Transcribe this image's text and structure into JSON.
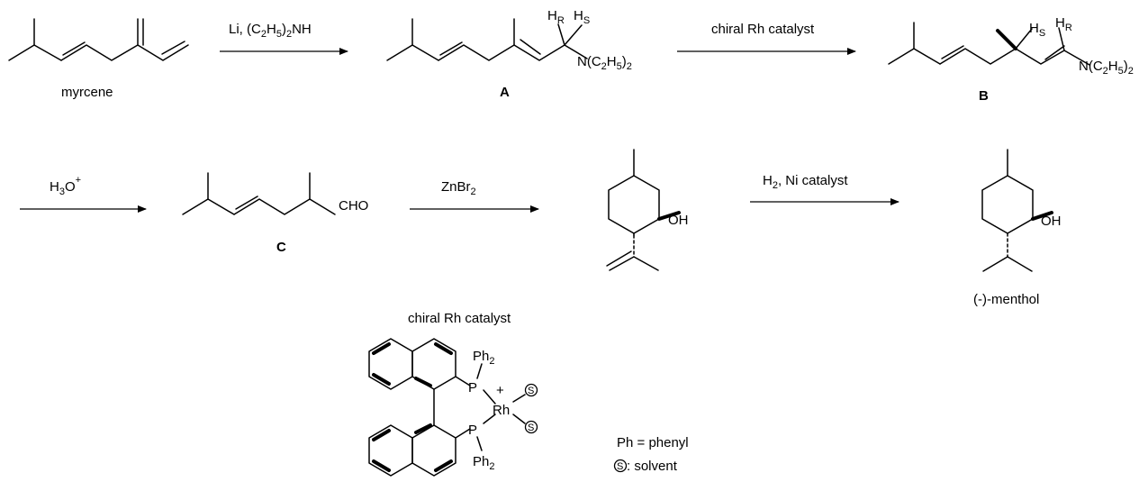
{
  "scheme": {
    "arrow1_reagent_prefix": "Li, (C",
    "arrow1_reagent_sub1": "2",
    "arrow1_reagent_mid": "H",
    "arrow1_reagent_sub2": "5",
    "arrow1_reagent_mid2": ")",
    "arrow1_reagent_sub3": "2",
    "arrow1_reagent_suffix": "NH",
    "arrow2_reagent": "chiral Rh catalyst",
    "arrow3_reagent_prefix": "H",
    "arrow3_reagent_sub": "3",
    "arrow3_reagent_suffix": "O",
    "arrow3_reagent_sup": "+",
    "arrow4_reagent_prefix": "ZnBr",
    "arrow4_reagent_sub": "2",
    "arrow5_reagent_prefix": "H",
    "arrow5_reagent_sub": "2",
    "arrow5_reagent_suffix": ", Ni catalyst"
  },
  "labels": {
    "myrcene": "myrcene",
    "A": "A",
    "B": "B",
    "C": "C",
    "menthol": "(-)-menthol"
  },
  "atoms": {
    "H": "H",
    "R": "R",
    "S": "S",
    "N_prefix": "N(C",
    "two": "2",
    "five": "5",
    "paren": ")",
    "CHO": "CHO",
    "OH": "OH"
  },
  "catalyst": {
    "title": "chiral Rh catalyst",
    "P": "P",
    "Ph": "Ph",
    "Ph_sub": "2",
    "Rh": "Rh",
    "charge": "+",
    "solvent_symbol": "S"
  },
  "legend": {
    "phenyl": "Ph = phenyl",
    "solvent": ": solvent"
  }
}
